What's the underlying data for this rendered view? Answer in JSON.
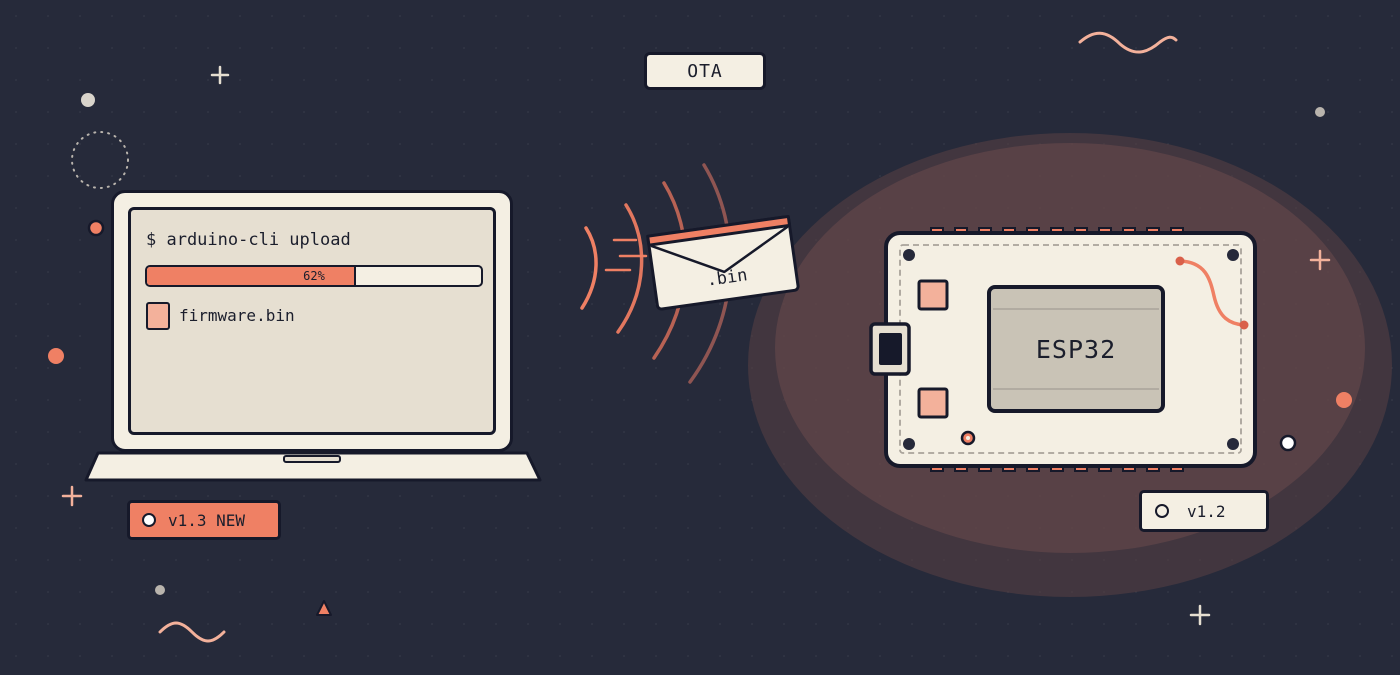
{
  "header": {
    "protocol_label": "OTA"
  },
  "laptop": {
    "command": "$ arduino-cli upload",
    "progress": {
      "value_percent": 62,
      "label": "62%"
    },
    "file": {
      "icon": "file-icon",
      "name": "firmware.bin"
    }
  },
  "transfer": {
    "payload_label": ".bin",
    "icon": "envelope-icon"
  },
  "device": {
    "chip_label": "ESP32"
  },
  "versions": {
    "new": {
      "label": "v1.3 NEW"
    },
    "current": {
      "label": "v1.2"
    }
  },
  "colors": {
    "background": "#262a3a",
    "accent": "#ef8064",
    "accent_light": "#f3b19b",
    "paper": "#f4efe3",
    "outline": "#16192a",
    "glow": "#6a4848"
  }
}
